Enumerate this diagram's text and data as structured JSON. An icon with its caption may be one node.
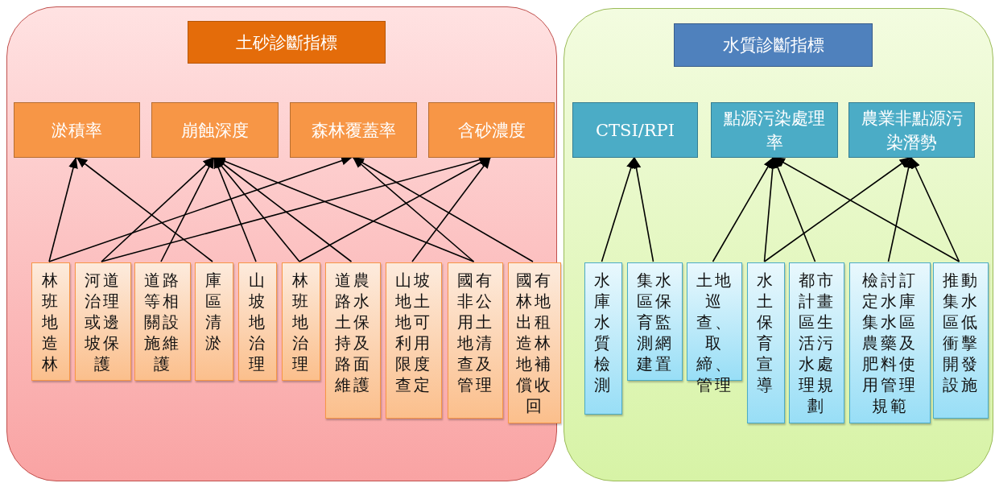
{
  "diagram": {
    "nodes": [
      {
        "text": [],
        "shape": "box"
      },
      {
        "text": [
          "土砂診斷指標"
        ],
        "in": 0
      },
      {
        "text": [
          "淤積率"
        ],
        "in": 0
      },
      {
        "text": [
          "崩蝕深度"
        ],
        "in": 0
      },
      {
        "text": [
          "森林覆蓋率"
        ],
        "in": 0
      },
      {
        "text": [
          "含砂濃度"
        ],
        "in": 0
      },
      {
        "text": [
          "林班地造林"
        ],
        "in": 0
      },
      {
        "text": [
          "河道治理或邊坡保護"
        ],
        "in": 0
      },
      {
        "text": [
          "道路等相關設施維護"
        ],
        "in": 0
      },
      {
        "text": [
          "庫區清淤"
        ],
        "in": 0
      },
      {
        "text": [
          "山坡地治理"
        ],
        "in": 0
      },
      {
        "text": [
          "林班地治理"
        ],
        "in": 0
      },
      {
        "text": [
          "道農路水土保持及路面維護"
        ],
        "in": 0
      },
      {
        "text": [
          "山坡地土地可利用限度查定"
        ],
        "in": 0
      },
      {
        "text": [
          "國有非公用土地清查及管理"
        ],
        "in": 0
      },
      {
        "text": [
          "國有林地出租造林地補償收回"
        ],
        "in": 0
      },
      {
        "text": [],
        "shape": "box"
      },
      {
        "text": [
          "水質診斷指標"
        ],
        "in": 16
      },
      {
        "text": [
          "CTSI/RPI"
        ],
        "in": 16
      },
      {
        "text": [
          "點源污染處理率"
        ],
        "in": 16
      },
      {
        "text": [
          "農業非點源污染潛勢"
        ],
        "in": 16
      },
      {
        "text": [
          "水庫水質檢測"
        ],
        "in": 16
      },
      {
        "text": [
          "集水區保育監測網建置"
        ],
        "in": 16
      },
      {
        "text": [
          "土地巡查、取締、管理"
        ],
        "in": 16
      },
      {
        "text": [
          "水土保育宣導"
        ],
        "in": 16
      },
      {
        "text": [
          "都市計畫區生活污水處理規劃"
        ],
        "in": 16
      },
      {
        "text": [
          "檢討訂定水庫集水區農藥及肥料使用管理規範"
        ],
        "in": 16
      },
      {
        "text": [
          "推動集水區低衝擊開發設施"
        ],
        "in": 16
      }
    ],
    "edges": [
      {
        "from": 6,
        "to": 2,
        "arrow": "to"
      },
      {
        "from": 9,
        "to": 2,
        "arrow": "to"
      },
      {
        "from": 7,
        "to": 3,
        "arrow": "to"
      },
      {
        "from": 8,
        "to": 3,
        "arrow": "to"
      },
      {
        "from": 10,
        "to": 3,
        "arrow": "to"
      },
      {
        "from": 11,
        "to": 3,
        "arrow": "to"
      },
      {
        "from": 12,
        "to": 3,
        "arrow": "to"
      },
      {
        "from": 14,
        "to": 3,
        "arrow": "to"
      },
      {
        "from": 6,
        "to": 4,
        "arrow": "to"
      },
      {
        "from": 14,
        "to": 4,
        "arrow": "to"
      },
      {
        "from": 15,
        "to": 4,
        "arrow": "to"
      },
      {
        "from": 7,
        "to": 5,
        "arrow": "to"
      },
      {
        "from": 11,
        "to": 5,
        "arrow": "to"
      },
      {
        "from": 13,
        "to": 5,
        "arrow": "to"
      },
      {
        "from": 21,
        "to": 18,
        "arrow": "to"
      },
      {
        "from": 22,
        "to": 18,
        "arrow": "to"
      },
      {
        "from": 23,
        "to": 19,
        "arrow": "to"
      },
      {
        "from": 24,
        "to": 19,
        "arrow": "to"
      },
      {
        "from": 25,
        "to": 19,
        "arrow": "to"
      },
      {
        "from": 27,
        "to": 19,
        "arrow": "to"
      },
      {
        "from": 24,
        "to": 20,
        "arrow": "to"
      },
      {
        "from": 26,
        "to": 20,
        "arrow": "to"
      },
      {
        "from": 27,
        "to": 20,
        "arrow": "to"
      }
    ]
  }
}
